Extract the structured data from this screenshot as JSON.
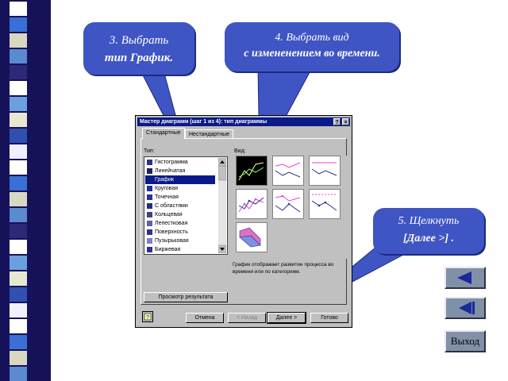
{
  "callouts": {
    "step3_line1": "3. Выбрать",
    "step3_line2": "тип График.",
    "step4_line1": "4. Выбрать вид",
    "step4_line2": "с измененением во времени.",
    "step5_line1": "5. Щелкнуть",
    "step5_line2": "[Далее >] ."
  },
  "dialog": {
    "title": "Мастер диаграмм (шаг 1 из 4): тип диаграммы",
    "help_button": "?",
    "close_button": "×",
    "tabs": [
      "Стандартные",
      "Нестандартные"
    ],
    "type_label": "Тип:",
    "view_label": "Вид:",
    "chart_types": [
      "Гистограмма",
      "Линейчатая",
      "График",
      "Круговая",
      "Точечная",
      "С областями",
      "Кольцевая",
      "Лепестковая",
      "Поверхность",
      "Пузырьковая",
      "Биржевая"
    ],
    "selected_type": "График",
    "description": "График отображает развитие процесса во времени или по категориям.",
    "preview_button": "Просмотр результата",
    "buttons": {
      "cancel": "Отмена",
      "back": "< Назад",
      "next": "Далее >",
      "finish": "Готово"
    }
  },
  "navigation": {
    "exit_label": "Выход",
    "back_icon": "triangle-left-icon",
    "first_icon": "skip-to-start-icon"
  },
  "colors": {
    "callout": "#3f55c4",
    "title_bar": "#0a1a88",
    "stripe_bg": "#16125a"
  }
}
